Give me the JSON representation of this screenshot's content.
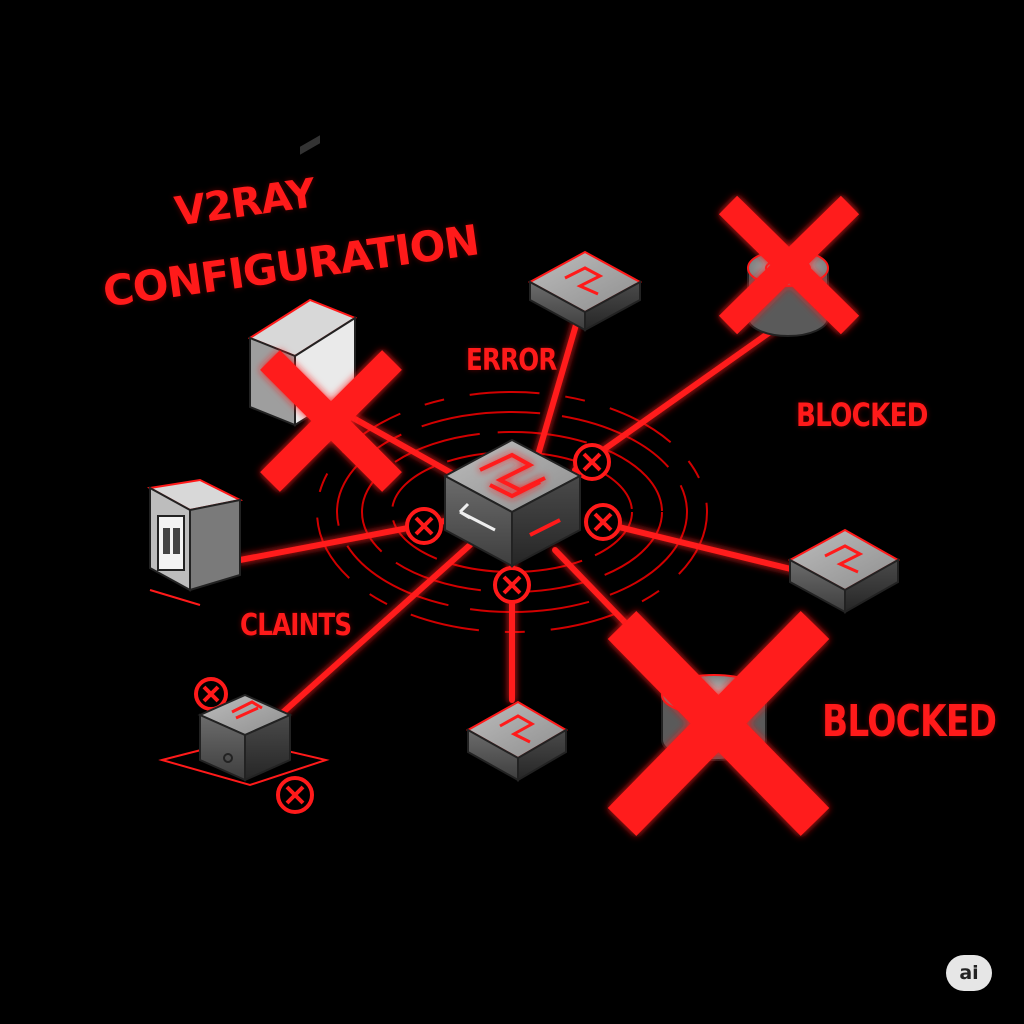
{
  "labels": {
    "title_line1": "V2RAY",
    "title_line2": "CONFIGURATION",
    "error": "ERROR",
    "blocked_top": "BLOCKED",
    "clients": "CLAINTS",
    "blocked_bottom": "BLOCKED"
  },
  "badge": {
    "text": "ai"
  },
  "colors": {
    "accent": "#ff1a1a",
    "background": "#000000",
    "device_gray": "#8a8a8a"
  },
  "nodes": [
    {
      "name": "central-hub",
      "icon": "hub-box-icon"
    },
    {
      "name": "switch-top",
      "icon": "network-switch-icon"
    },
    {
      "name": "database-top-right",
      "icon": "database-icon",
      "status": "blocked"
    },
    {
      "name": "switch-right",
      "icon": "network-switch-icon"
    },
    {
      "name": "database-bottom-right",
      "icon": "database-icon",
      "status": "blocked"
    },
    {
      "name": "switch-bottom",
      "icon": "network-switch-icon"
    },
    {
      "name": "client-box-bottom-left",
      "icon": "client-box-icon",
      "status": "error"
    },
    {
      "name": "client-device-left",
      "icon": "client-device-icon"
    },
    {
      "name": "server-top-left",
      "icon": "server-icon",
      "status": "blocked"
    }
  ]
}
